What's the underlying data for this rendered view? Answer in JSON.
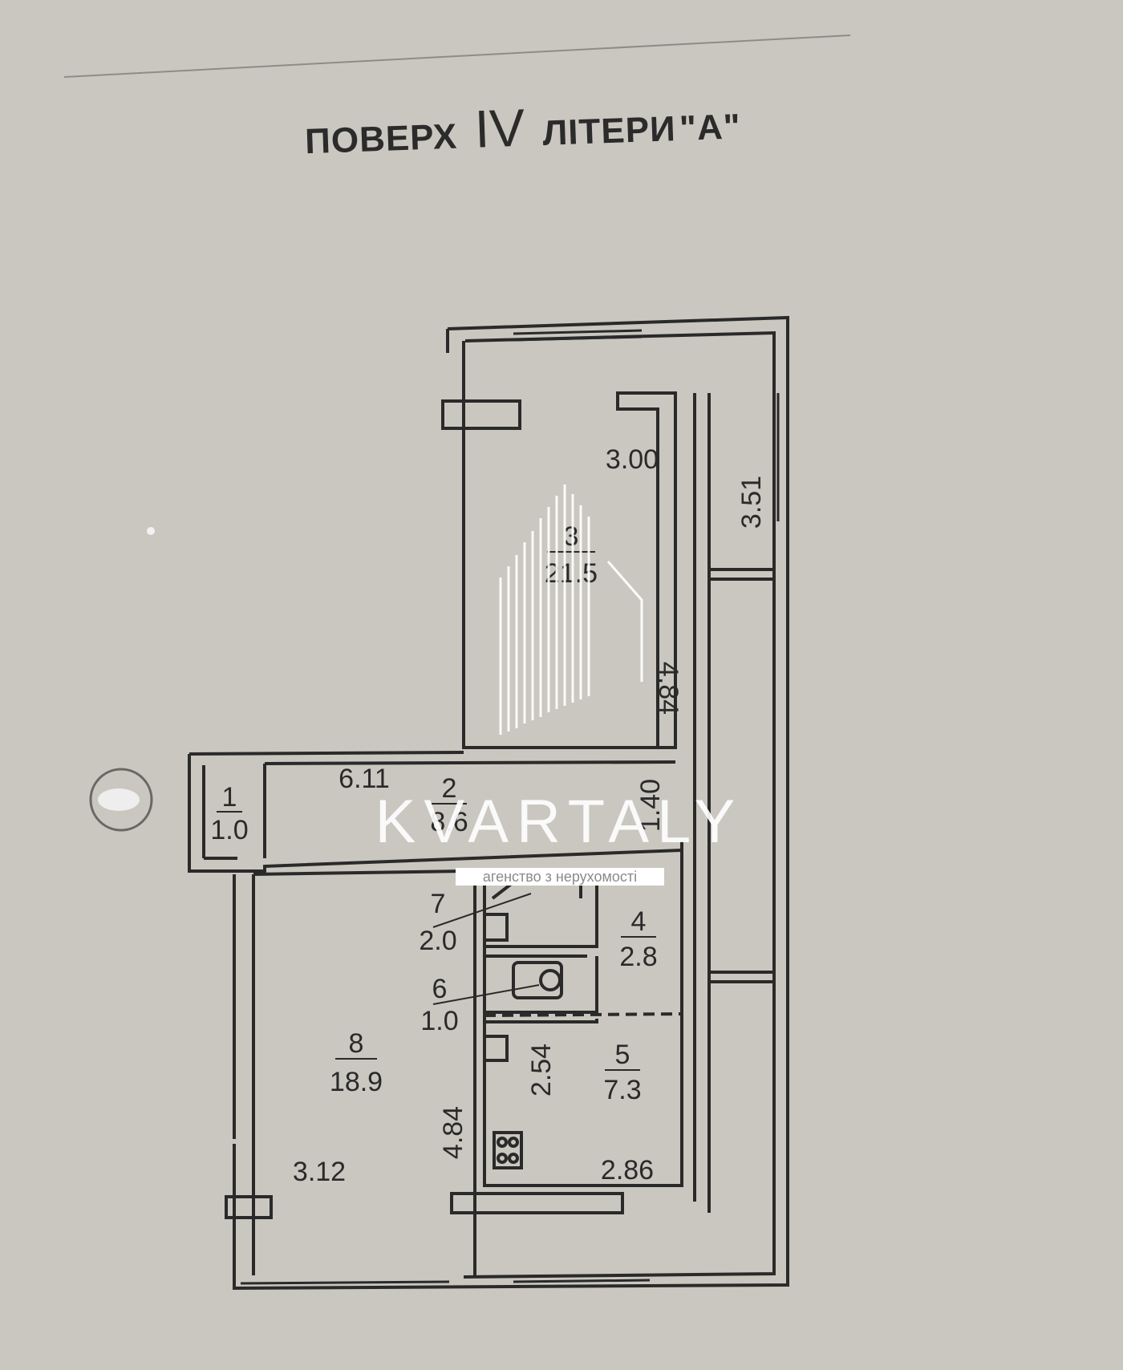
{
  "title": {
    "word1": "ПОВЕРХ",
    "roman": "IV",
    "word2": "ЛІТЕРИ",
    "letter": "\"А\""
  },
  "rooms": [
    {
      "number": "1",
      "area": "1.0"
    },
    {
      "number": "2",
      "area": "8.6"
    },
    {
      "number": "3",
      "area": "21.5"
    },
    {
      "number": "4",
      "area": "2.8"
    },
    {
      "number": "5",
      "area": "7.3"
    },
    {
      "number": "6",
      "area": "1.0"
    },
    {
      "number": "7",
      "area": "2.0"
    },
    {
      "number": "8",
      "area": "18.9"
    }
  ],
  "dimensions": {
    "room3_width": "3.00",
    "room3_length": "4.84",
    "balcony_length": "3.51",
    "hall_length": "6.11",
    "hall_width": "1.40",
    "room5_length": "2.54",
    "room5_width": "2.86",
    "room8_length": "4.84",
    "room8_width": "3.12"
  },
  "watermark": {
    "brand": "KVARTALY",
    "tagline": "агенство з нерухомості"
  },
  "colors": {
    "paper": "#c9c7bf",
    "ink": "#2a2a2a",
    "watermark": "#ffffff"
  }
}
